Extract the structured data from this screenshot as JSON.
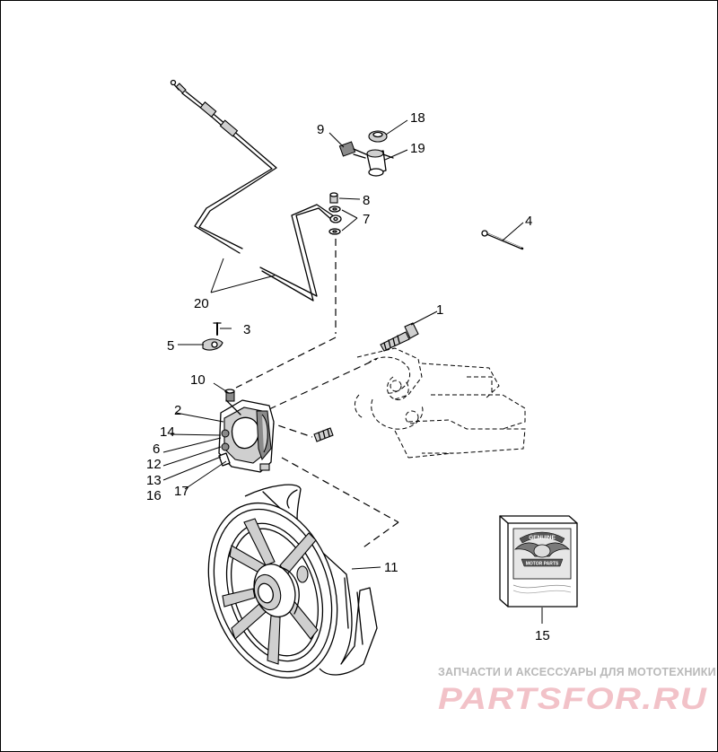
{
  "callouts": [
    {
      "id": "c1",
      "text": "1"
    },
    {
      "id": "c2",
      "text": "2"
    },
    {
      "id": "c3",
      "text": "3"
    },
    {
      "id": "c4",
      "text": "4"
    },
    {
      "id": "c5",
      "text": "5"
    },
    {
      "id": "c6",
      "text": "6"
    },
    {
      "id": "c7",
      "text": "7"
    },
    {
      "id": "c8",
      "text": "8"
    },
    {
      "id": "c9",
      "text": "9"
    },
    {
      "id": "c10",
      "text": "10"
    },
    {
      "id": "c11",
      "text": "11"
    },
    {
      "id": "c12",
      "text": "12"
    },
    {
      "id": "c13",
      "text": "13"
    },
    {
      "id": "c14",
      "text": "14"
    },
    {
      "id": "c15",
      "text": "15"
    },
    {
      "id": "c16",
      "text": "16"
    },
    {
      "id": "c17",
      "text": "17"
    },
    {
      "id": "c18",
      "text": "18"
    },
    {
      "id": "c19",
      "text": "19"
    },
    {
      "id": "c20",
      "text": "20"
    }
  ],
  "box_label": {
    "top": "GENUINE",
    "bottom": "MOTOR PARTS"
  },
  "watermark": {
    "tagline": "ЗАПЧАСТИ И АКСЕССУАРЫ ДЛЯ МОТОТЕХНИКИ",
    "brand": "PARTSFOR.RU"
  },
  "colors": {
    "line": "#000000",
    "background": "#ffffff",
    "watermark_grey": "#b9b9b9",
    "watermark_pink": "#f2c2c8"
  }
}
